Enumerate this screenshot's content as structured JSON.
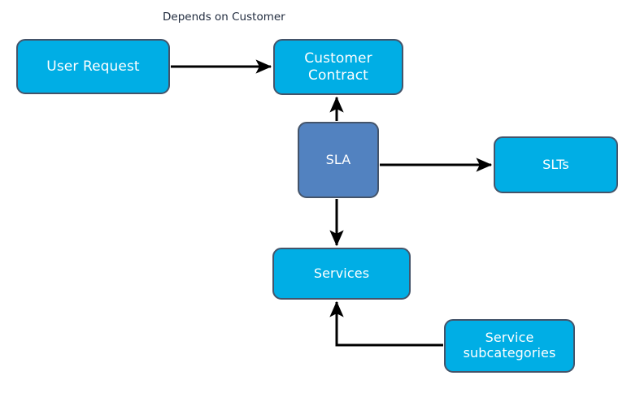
{
  "diagram": {
    "caption": "Depends on Customer",
    "background_color": "#ffffff",
    "node_fill_primary": "#00aee5",
    "node_fill_accent": "#5282c0",
    "node_border_color": "#44546a",
    "node_text_color": "#ffffff",
    "edge_color": "#000000",
    "caption_color": "#1f2a3d",
    "nodes": [
      {
        "id": "user-request",
        "label": "User Request",
        "fill": "#00aee5"
      },
      {
        "id": "customer-contract",
        "label": "Customer\nContract",
        "fill": "#00aee5"
      },
      {
        "id": "sla",
        "label": "SLA",
        "fill": "#5282c0"
      },
      {
        "id": "slts",
        "label": "SLTs",
        "fill": "#00aee5"
      },
      {
        "id": "services",
        "label": "Services",
        "fill": "#00aee5"
      },
      {
        "id": "service-subcategories",
        "label": "Service\nsubcategories",
        "fill": "#00aee5"
      }
    ],
    "edges": [
      {
        "id": "user-request-to-customer-contract",
        "from": "User Request",
        "to": "Customer Contract",
        "label": "Depends on Customer"
      },
      {
        "id": "sla-to-customer-contract",
        "from": "SLA",
        "to": "Customer Contract",
        "label": ""
      },
      {
        "id": "sla-to-slts",
        "from": "SLA",
        "to": "SLTs",
        "label": ""
      },
      {
        "id": "sla-to-services",
        "from": "SLA",
        "to": "Services",
        "label": ""
      },
      {
        "id": "service-subcategories-to-services",
        "from": "Service subcategories",
        "to": "Services",
        "label": ""
      }
    ]
  }
}
